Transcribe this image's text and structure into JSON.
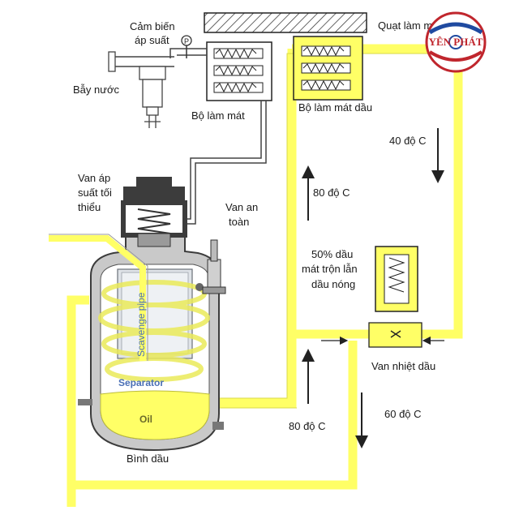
{
  "labels": {
    "pressure_sensor": [
      "Cảm biến",
      "áp suất"
    ],
    "pressure_symbol": "P",
    "water_trap": "Bẫy nước",
    "cooler": "Bộ làm mát",
    "fan": "Quạt làm mát",
    "oil_cooler": "Bộ làm mát dầu",
    "temp_40": "40 độ C",
    "temp_80_up": "80 độ C",
    "min_pressure_valve": [
      "Van áp",
      "suất tối",
      "thiểu"
    ],
    "safety_valve": [
      "Van an",
      "toàn"
    ],
    "mixed_oil": [
      "50% dầu",
      "mát trộn lẫn",
      "dầu nóng"
    ],
    "thermo_valve": "Van nhiệt dầu",
    "temp_80_low": "80 độ C",
    "temp_60": "60 độ C",
    "oil_tank": "Bình dầu",
    "scavenge": "Scavenge pipe",
    "separator": "Separator",
    "oil": "Oil"
  },
  "logo": {
    "text": "YÊN PHÁT"
  },
  "colors": {
    "oil": "#ffff66",
    "oil_stroke": "#cfcf3a",
    "fog": "#ecec78",
    "metal": "#8a8a8a",
    "dark": "#3c3c3c"
  }
}
